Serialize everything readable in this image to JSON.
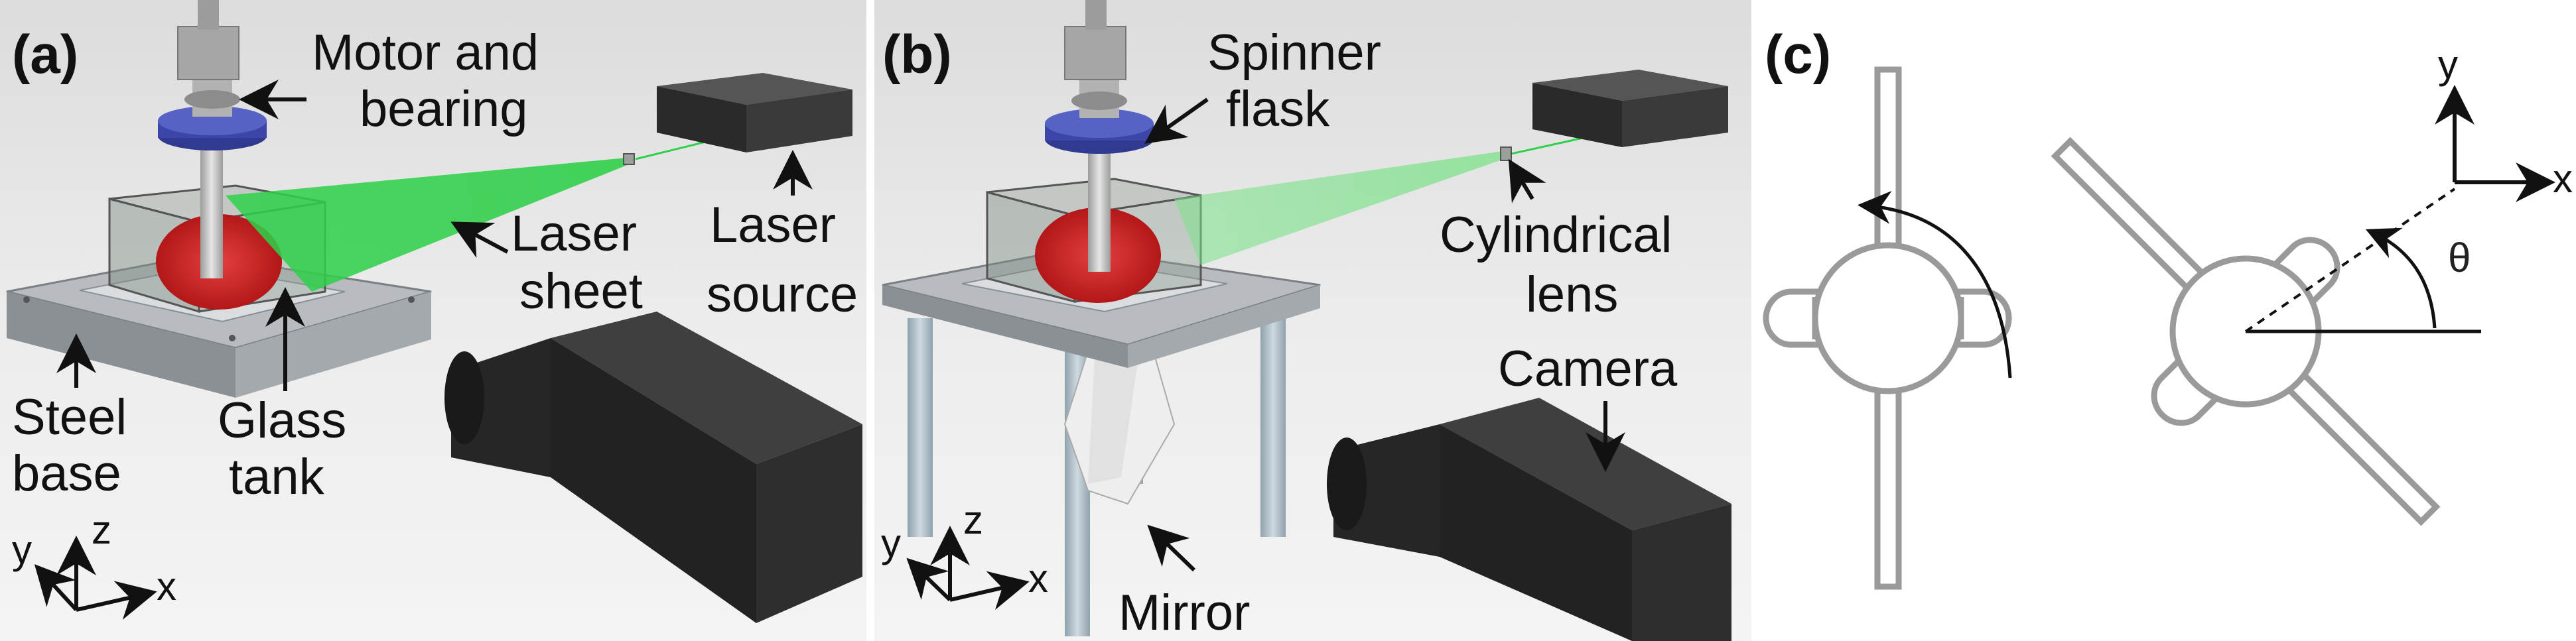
{
  "panels": {
    "a": {
      "tag": "(a)",
      "labels": {
        "motor_line1": "Motor and",
        "motor_line2": "bearing",
        "laser_sheet_line1": "Laser",
        "laser_sheet_line2": "sheet",
        "laser_source_line1": "Laser",
        "laser_source_line2": "source",
        "steel_base_line1": "Steel",
        "steel_base_line2": "base",
        "glass_tank_line1": "Glass",
        "glass_tank_line2": "tank"
      },
      "axes": {
        "x": "x",
        "y": "y",
        "z": "z"
      }
    },
    "b": {
      "tag": "(b)",
      "labels": {
        "spinner_line1": "Spinner",
        "spinner_line2": "flask",
        "cyl_lens_line1": "Cylindrical",
        "cyl_lens_line2": "lens",
        "camera": "Camera",
        "mirror": "Mirror"
      },
      "axes": {
        "x": "x",
        "y": "y",
        "z": "z"
      }
    },
    "c": {
      "tag": "(c)",
      "axes": {
        "x": "x",
        "y": "y"
      },
      "angle_symbol": "θ"
    }
  },
  "colors": {
    "laser_green": "#2fd04a",
    "liquid_red": "#cc1a1a",
    "flask_cap_blue": "#3b46a8",
    "steel_gray": "#9a9fa3",
    "camera_black": "#2a2a2a",
    "outline_gray": "#9a9a9a"
  }
}
